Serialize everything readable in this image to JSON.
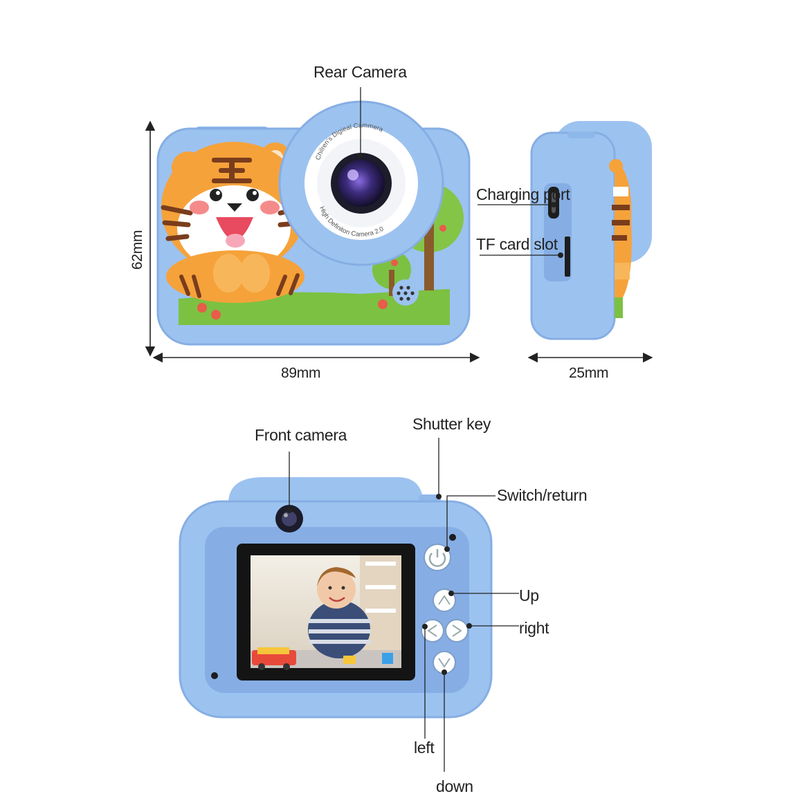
{
  "labels": {
    "rear_camera": "Rear Camera",
    "charging_port": "Charging port",
    "tf_card_slot": "TF card slot",
    "front_camera": "Front camera",
    "shutter_key": "Shutter key",
    "switch_return": "Switch/return",
    "up": "Up",
    "right": "right",
    "left": "left",
    "down": "down"
  },
  "dimensions": {
    "height": "62mm",
    "width": "89mm",
    "depth": "25mm"
  },
  "lens_ring_text": {
    "top": "Chilren's  Digieal Cammera",
    "bottom": "High Definiton Camera 2.0"
  },
  "colors": {
    "body_blue": "#9cc2ef",
    "body_shadow": "#86aee4",
    "tiger_orange": "#f6a23a",
    "stripe_brown": "#7a3d1c",
    "grass_green": "#7cc142",
    "leader_line": "#222222"
  }
}
